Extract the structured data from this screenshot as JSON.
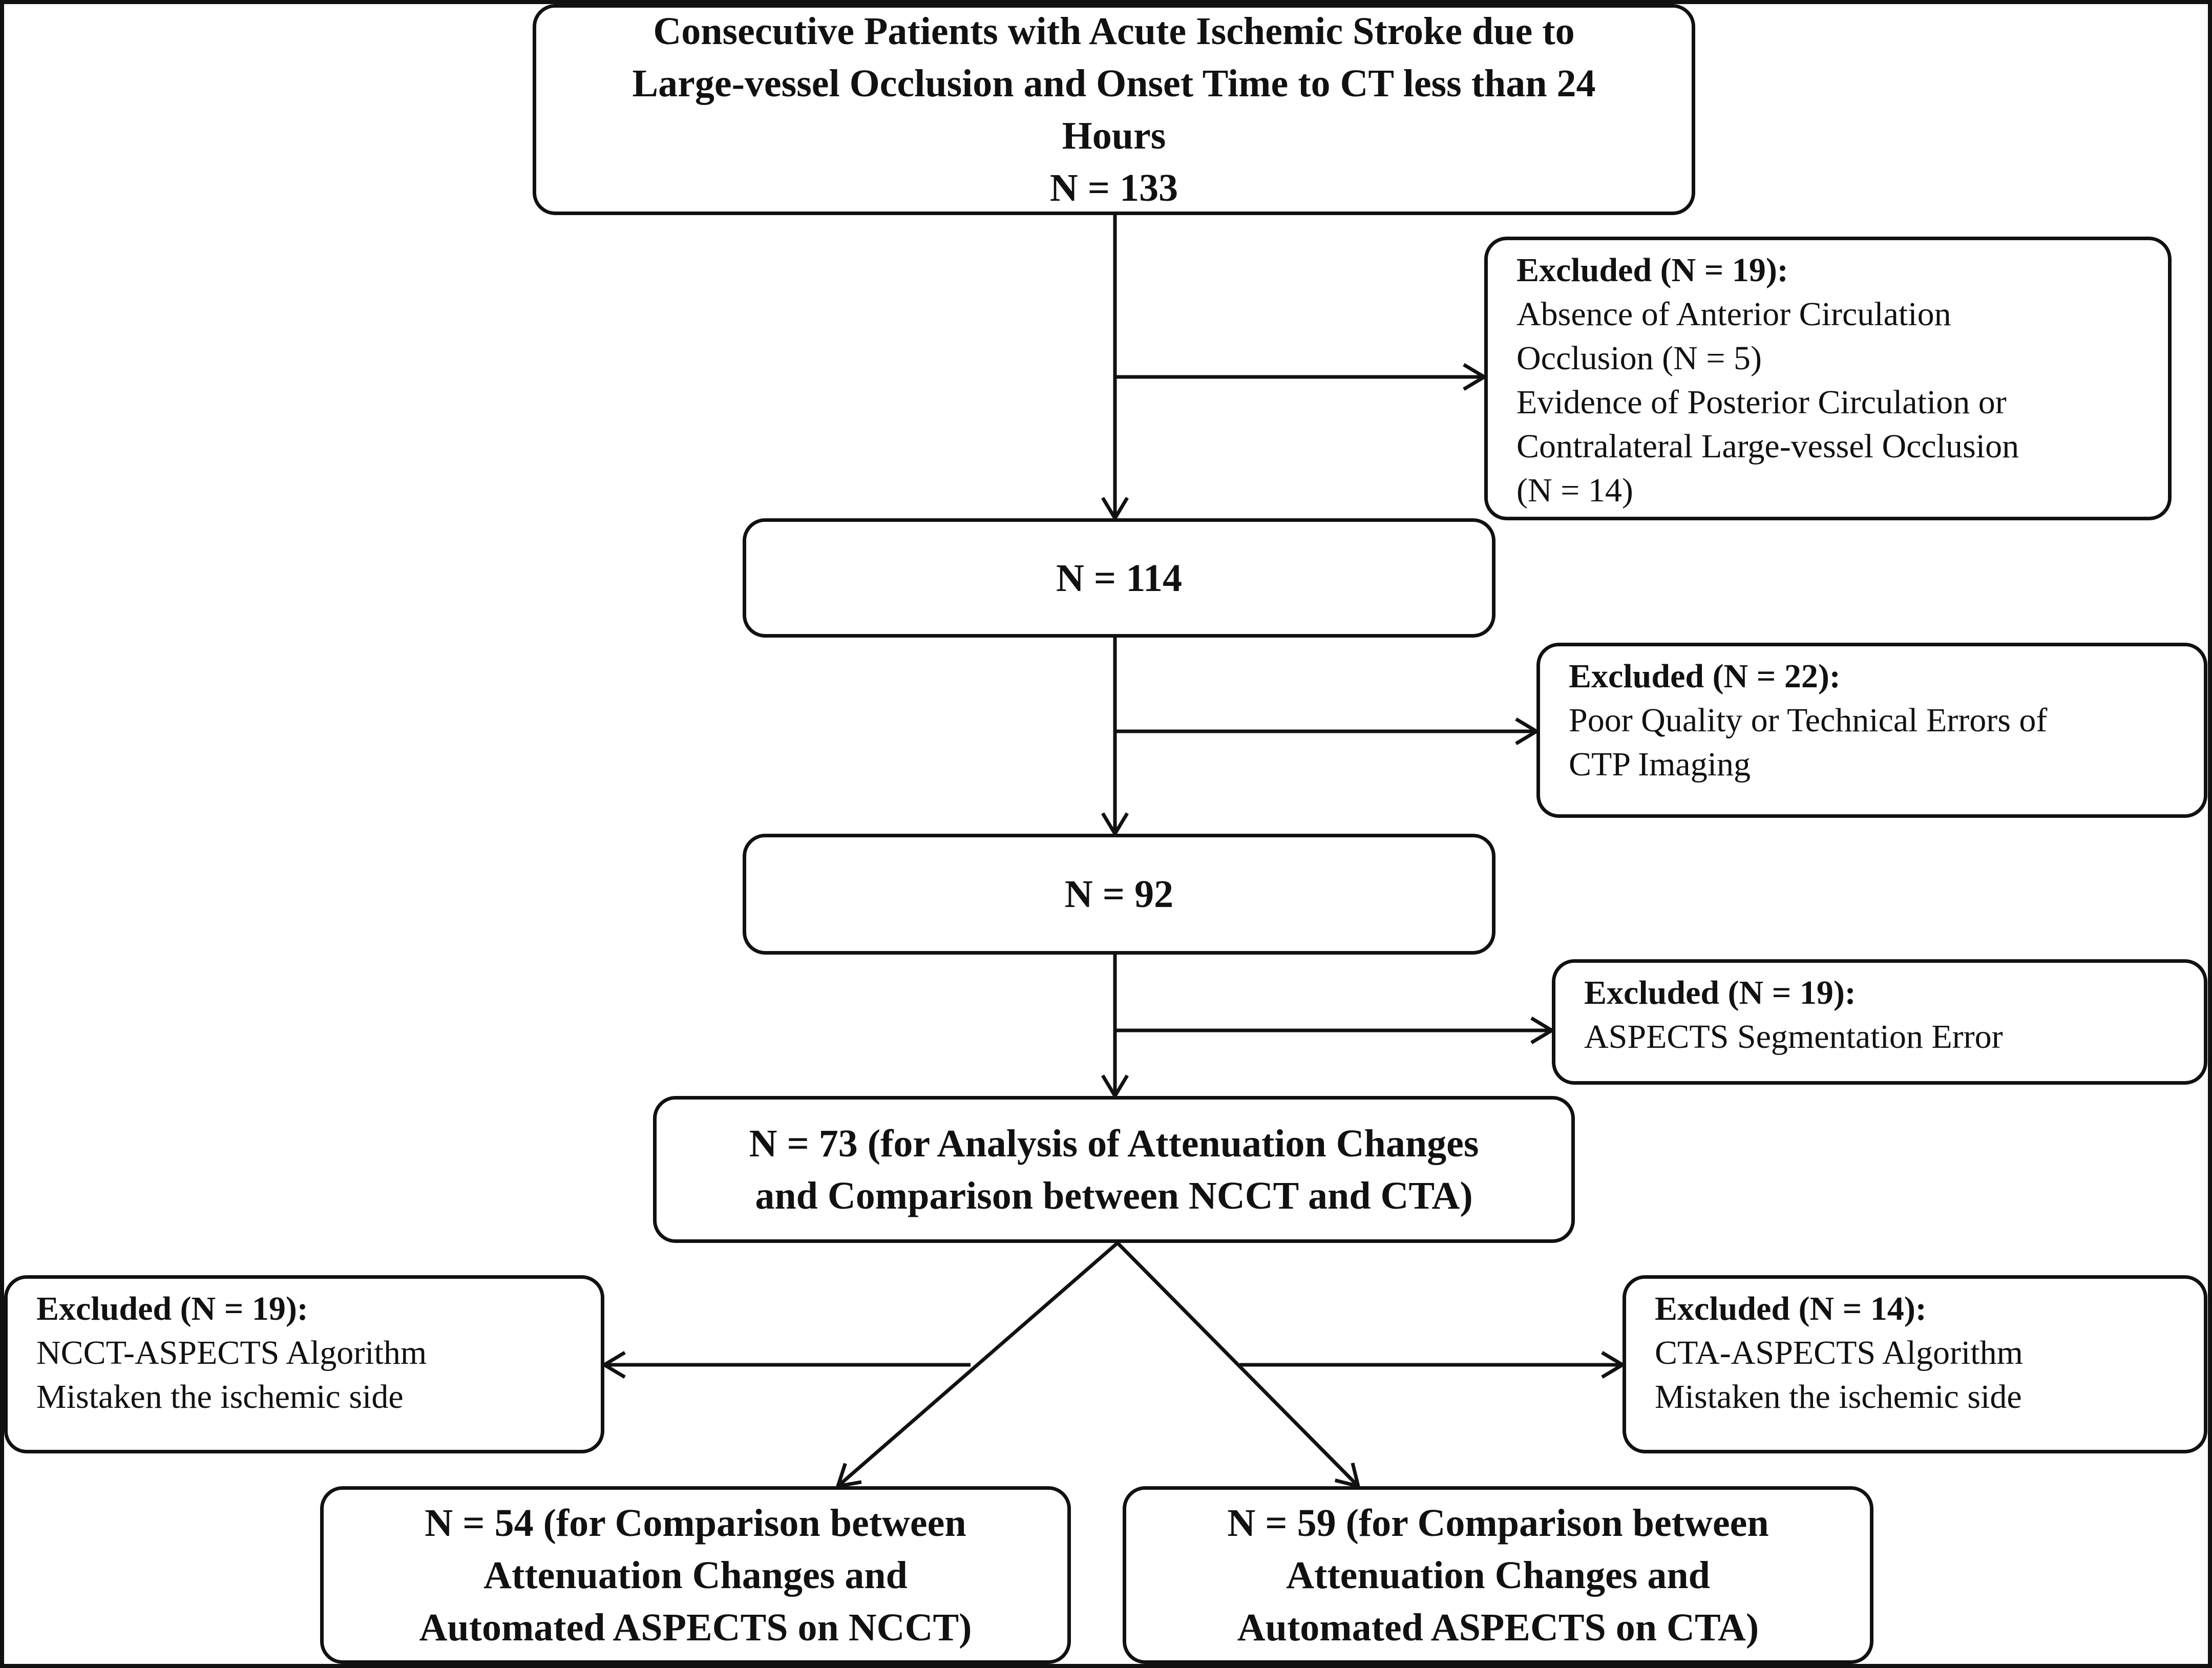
{
  "flowchart": {
    "enrollment": {
      "lines": [
        "Consecutive Patients with Acute Ischemic Stroke due to",
        "Large-vessel Occlusion and Onset Time to CT less than 24",
        "Hours"
      ],
      "count": "N = 133"
    },
    "exclusion_1": {
      "heading": "Excluded (N = 19):",
      "lines": [
        "Absence of Anterior Circulation",
        "Occlusion (N = 5)",
        "Evidence of Posterior Circulation or",
        "Contralateral Large-vessel Occlusion",
        "(N = 14)"
      ]
    },
    "stage_2": {
      "count": "N = 114"
    },
    "exclusion_2": {
      "heading": "Excluded (N = 22):",
      "lines": [
        "Poor Quality or Technical Errors of",
        "CTP Imaging"
      ]
    },
    "stage_3": {
      "count": "N = 92"
    },
    "exclusion_3": {
      "heading": "Excluded (N = 19):",
      "lines": [
        "ASPECTS Segmentation Error"
      ]
    },
    "stage_4": {
      "lines": [
        "N = 73 (for Analysis of Attenuation Changes",
        "and Comparison between NCCT and CTA)"
      ]
    },
    "exclusion_ncct": {
      "heading": "Excluded (N = 19):",
      "lines": [
        "NCCT-ASPECTS Algorithm",
        "Mistaken the ischemic side"
      ]
    },
    "exclusion_cta": {
      "heading": "Excluded (N = 14):",
      "lines": [
        "CTA-ASPECTS Algorithm",
        "Mistaken the ischemic side"
      ]
    },
    "final_ncct": {
      "lines": [
        "N = 54 (for Comparison between",
        "Attenuation Changes and",
        "Automated ASPECTS on NCCT)"
      ]
    },
    "final_cta": {
      "lines": [
        "N = 59 (for Comparison between",
        "Attenuation Changes and",
        "Automated ASPECTS on CTA)"
      ]
    }
  }
}
